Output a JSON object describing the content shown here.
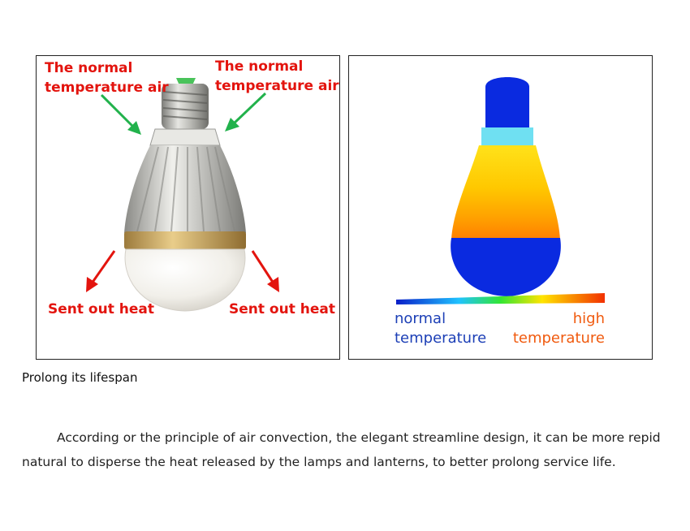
{
  "left_panel": {
    "air_label_left": {
      "line1": "The normal",
      "line2": "temperature air"
    },
    "air_label_right": {
      "line1": "The normal",
      "line2": "temperature air"
    },
    "heat_label_left": "Sent out heat",
    "heat_label_right": "Sent out heat"
  },
  "right_panel": {
    "legend_low": {
      "line1": "normal",
      "line2": "temperature"
    },
    "legend_high": {
      "line1": "high",
      "line2": "temperature"
    }
  },
  "caption": "Prolong its lifespan",
  "body": {
    "line1": "According or the principle of air convection, the elegant streamline design, it can be more repid",
    "line2": "natural to disperse the heat released by the lamps and lanterns, to better prolong service life."
  },
  "colors": {
    "label_red": "#e3140e",
    "arrow_green": "#22b24c",
    "arrow_red": "#e3140e",
    "thermal_blue": "#0a2ae0",
    "thermal_cyan": "#6fe0f2",
    "legend_low": "#1c3fb6",
    "legend_high": "#f05a0e"
  },
  "icons": [
    "bulb-illustration",
    "thermal-bulb-illustration",
    "green-arrow-icon",
    "red-arrow-icon"
  ]
}
